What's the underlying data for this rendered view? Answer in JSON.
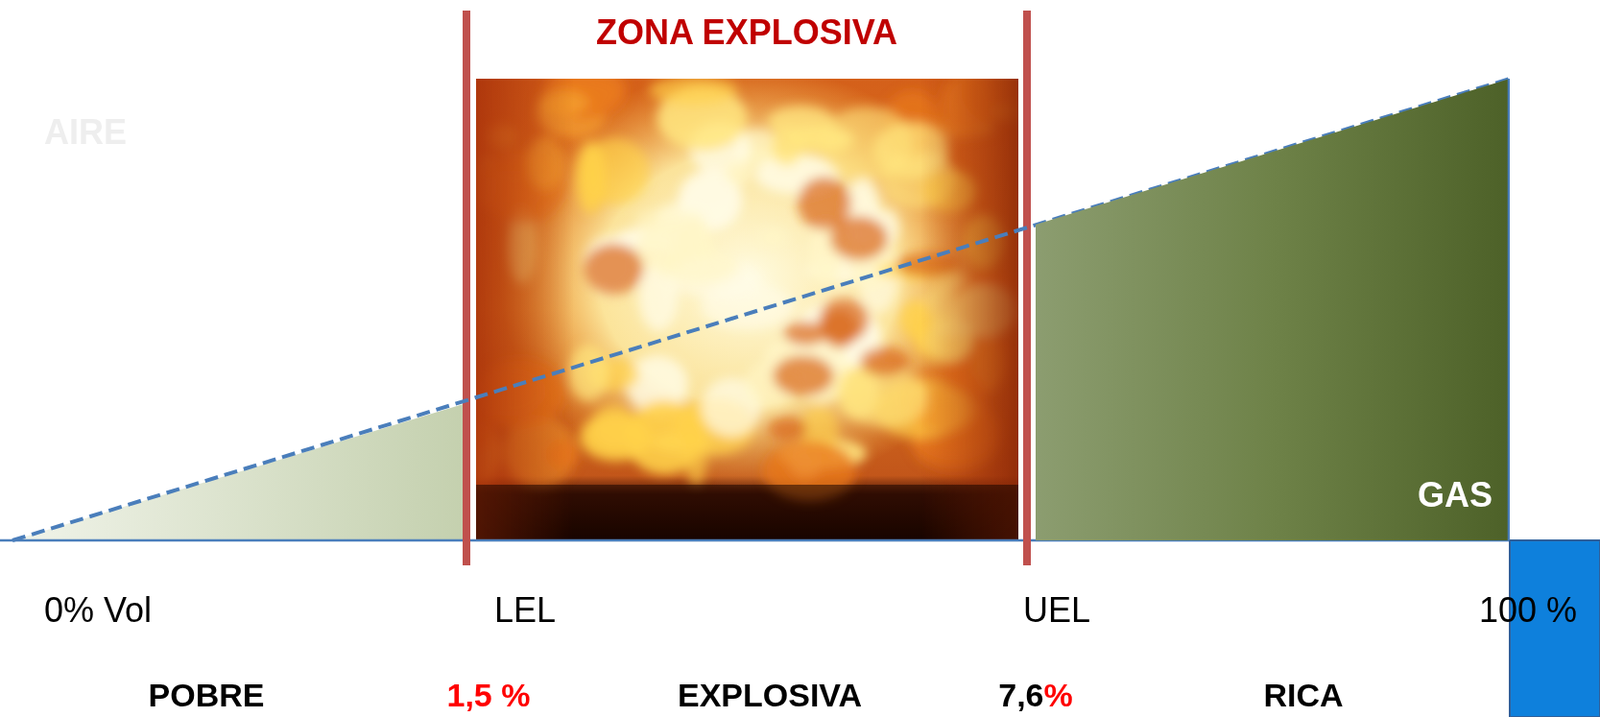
{
  "diagram": {
    "title": "ZONA EXPLOSIVA",
    "nodes": [
      {
        "text": [
          "GAS"
        ]
      }
    ],
    "labels": [
      "AIRE",
      "0% Vol",
      "LEL",
      "UEL",
      "100 %",
      "POBRE",
      "1,5 %",
      "EXPLOSIVA",
      "7,6%",
      "RICA"
    ]
  }
}
